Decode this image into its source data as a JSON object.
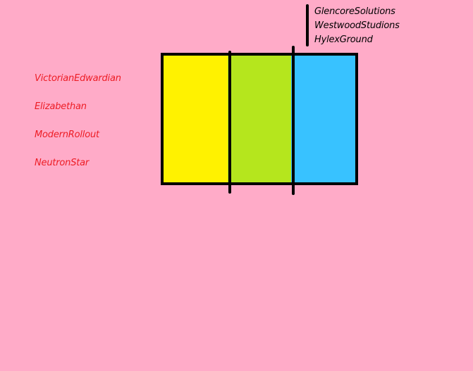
{
  "left_labels": [
    "VictorianEdwardian",
    "Elizabethan",
    "ModernRollout",
    "NeutronStar"
  ],
  "right_labels": [
    "GlencoreSolutions",
    "WestwoodStudions",
    "HylexGround"
  ],
  "stripes": [
    {
      "color": "#fff200"
    },
    {
      "color": "#b5e61d"
    },
    {
      "color": "#38c2ff"
    }
  ],
  "colors": {
    "background": "#ffabc8",
    "left_text": "#ed1c24",
    "right_text": "#000000",
    "outline": "#000000"
  }
}
